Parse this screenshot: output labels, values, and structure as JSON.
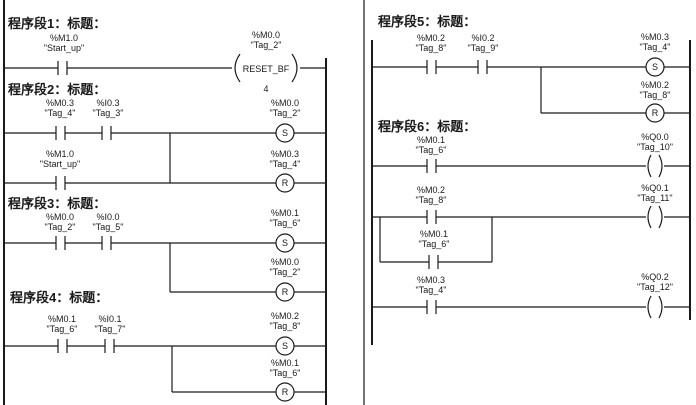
{
  "networks": [
    {
      "title": "程序段1：标题：",
      "contacts": [
        {
          "operand": "%M1.0",
          "symbol": "\"Start_up\""
        }
      ],
      "box": {
        "operand": "%M0.0",
        "symbol": "\"Tag_2\"",
        "label": "RESET_BF",
        "param": "4"
      }
    },
    {
      "title": "程序段2：标题：",
      "contacts": [
        {
          "operand": "%M0.3",
          "symbol": "\"Tag_4\""
        },
        {
          "operand": "%I0.3",
          "symbol": "\"Tag_3\""
        },
        {
          "operand": "%M1.0",
          "symbol": "\"Start_up\""
        }
      ],
      "coils": [
        {
          "operand": "%M0.0",
          "symbol": "\"Tag_2\"",
          "letter": "S"
        },
        {
          "operand": "%M0.3",
          "symbol": "\"Tag_4\"",
          "letter": "R"
        }
      ]
    },
    {
      "title": "程序段3：标题：",
      "contacts": [
        {
          "operand": "%M0.0",
          "symbol": "\"Tag_2\""
        },
        {
          "operand": "%I0.0",
          "symbol": "\"Tag_5\""
        }
      ],
      "coils": [
        {
          "operand": "%M0.1",
          "symbol": "\"Tag_6\"",
          "letter": "S"
        },
        {
          "operand": "%M0.0",
          "symbol": "\"Tag_2\"",
          "letter": "R"
        }
      ]
    },
    {
      "title": "程序段4：标题：",
      "contacts": [
        {
          "operand": "%M0.1",
          "symbol": "\"Tag_6\""
        },
        {
          "operand": "%I0.1",
          "symbol": "\"Tag_7\""
        }
      ],
      "coils": [
        {
          "operand": "%M0.2",
          "symbol": "\"Tag_8\"",
          "letter": "S"
        },
        {
          "operand": "%M0.1",
          "symbol": "\"Tag_6\"",
          "letter": "R"
        }
      ]
    },
    {
      "title": "程序段5：标题：",
      "contacts": [
        {
          "operand": "%M0.2",
          "symbol": "\"Tag_8\""
        },
        {
          "operand": "%I0.2",
          "symbol": "\"Tag_9\""
        }
      ],
      "coils": [
        {
          "operand": "%M0.3",
          "symbol": "\"Tag_4\"",
          "letter": "S"
        },
        {
          "operand": "%M0.2",
          "symbol": "\"Tag_8\"",
          "letter": "R"
        }
      ]
    },
    {
      "title": "程序段6：标题：",
      "contacts": [
        {
          "operand": "%M0.1",
          "symbol": "\"Tag_6\""
        },
        {
          "operand": "%M0.2",
          "symbol": "\"Tag_8\""
        },
        {
          "operand": "%M0.1",
          "symbol": "\"Tag_6\""
        },
        {
          "operand": "%M0.3",
          "symbol": "\"Tag_4\""
        }
      ],
      "coils": [
        {
          "operand": "%Q0.0",
          "symbol": "\"Tag_10\"",
          "letter": ""
        },
        {
          "operand": "%Q0.1",
          "symbol": "\"Tag_11\"",
          "letter": ""
        },
        {
          "operand": "%Q0.2",
          "symbol": "\"Tag_12\"",
          "letter": ""
        }
      ]
    }
  ]
}
